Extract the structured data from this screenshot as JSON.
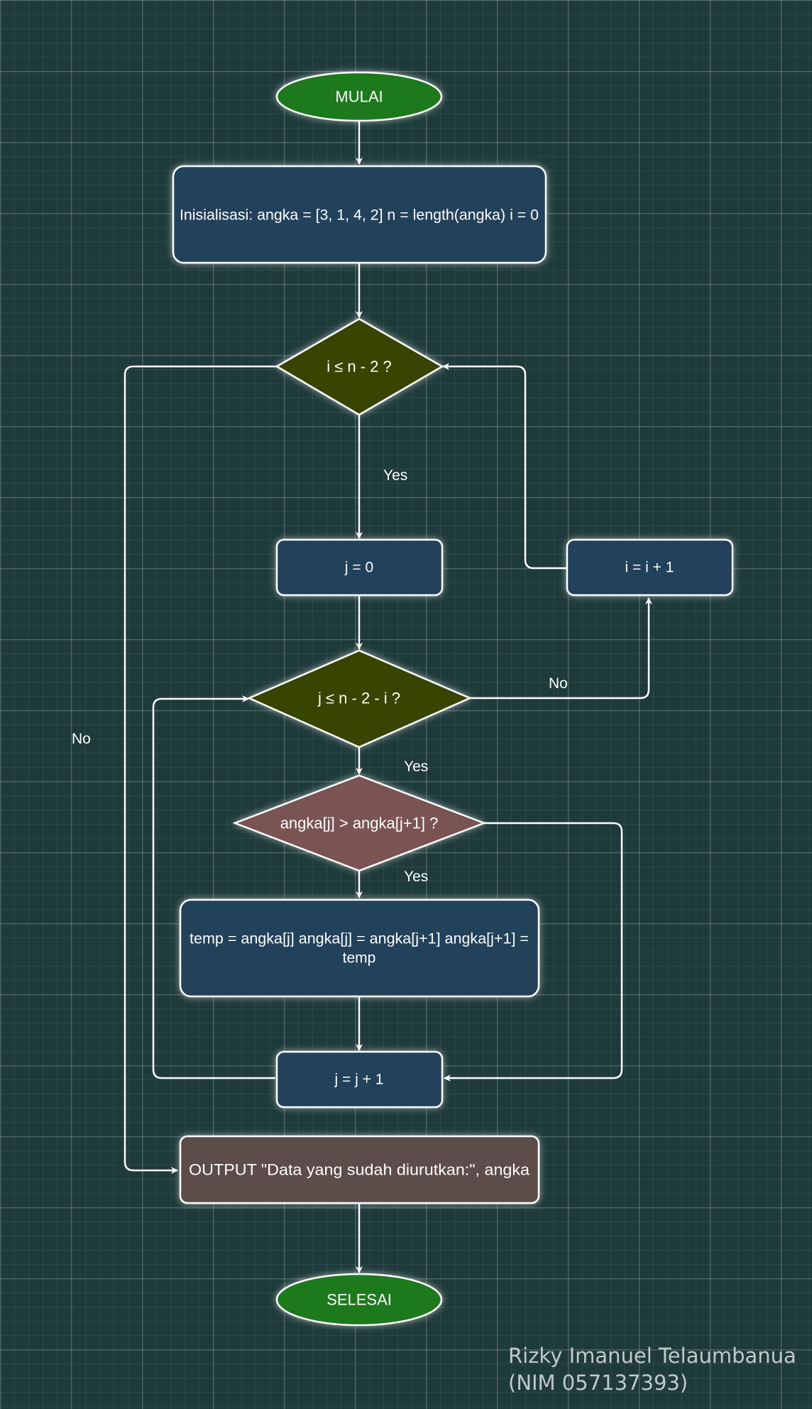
{
  "diagram": {
    "colors": {
      "terminal": "#1f7a1f",
      "process": "#24435c",
      "decision": "#384400",
      "compare": "#7a5252",
      "output": "#5c4e4b",
      "line": "#ffffff",
      "background": "#1e3a3a"
    },
    "nodes": {
      "start": "MULAI",
      "init": "Inisialisasi: angka = [3, 1, 4, 2] n = length(angka) i = 0",
      "cond_i": "i ≤ n - 2 ?",
      "set_j": "j = 0",
      "inc_i": "i = i + 1",
      "cond_j": "j ≤ n - 2 - i ?",
      "compare": "angka[j] > angka[j+1] ?",
      "swap_line1": "temp = angka[j] angka[j] = angka[j+1] angka[j+1] =",
      "swap_line2": "temp",
      "inc_j": "j = j + 1",
      "output": "OUTPUT \"Data yang sudah diurutkan:\", angka",
      "end": "SELESAI"
    },
    "edge_labels": {
      "cond_i_yes": "Yes",
      "cond_i_no": "No",
      "cond_j_no": "No",
      "cond_j_yes": "Yes",
      "compare_yes": "Yes"
    }
  },
  "author": {
    "name": "Rizky Imanuel Telaumbanua",
    "nim": "(NIM 057137393)"
  }
}
